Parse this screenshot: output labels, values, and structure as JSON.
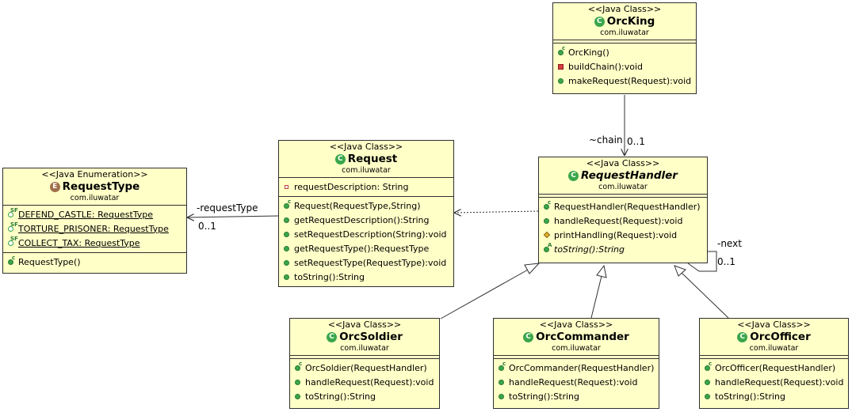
{
  "stereotypes": {
    "java_class": "<<Java Class>>",
    "java_enum": "<<Java Enumeration>>"
  },
  "package": "com.iluwatar",
  "colors": {
    "box_fill": "#ffffc8",
    "box_border": "#303030",
    "class_icon": "#3aa64a",
    "enum_icon": "#a0704a"
  },
  "icons": {
    "class": "C",
    "enum": "E"
  },
  "classes": {
    "orcking": {
      "name": "OrcKing",
      "methods": [
        {
          "text": "OrcKing()",
          "marker": "constructor"
        },
        {
          "text": "buildChain():void",
          "marker": "private"
        },
        {
          "text": "makeRequest(Request):void",
          "marker": "public"
        }
      ]
    },
    "request": {
      "name": "Request",
      "attributes": [
        {
          "text": "requestDescription: String",
          "marker": "private-field"
        }
      ],
      "methods": [
        {
          "text": "Request(RequestType,String)",
          "marker": "constructor"
        },
        {
          "text": "getRequestDescription():String",
          "marker": "public"
        },
        {
          "text": "setRequestDescription(String):void",
          "marker": "public"
        },
        {
          "text": "getRequestType():RequestType",
          "marker": "public"
        },
        {
          "text": "setRequestType(RequestType):void",
          "marker": "public"
        },
        {
          "text": "toString():String",
          "marker": "public"
        }
      ]
    },
    "requesttype": {
      "name": "RequestType",
      "attributes": [
        {
          "text": "DEFEND_CASTLE: RequestType",
          "marker": "static-final"
        },
        {
          "text": "TORTURE_PRISONER: RequestType",
          "marker": "static-final"
        },
        {
          "text": "COLLECT_TAX: RequestType",
          "marker": "static-final"
        }
      ],
      "methods": [
        {
          "text": "RequestType()",
          "marker": "constructor"
        }
      ]
    },
    "requesthandler": {
      "name": "RequestHandler",
      "methods": [
        {
          "text": "RequestHandler(RequestHandler)",
          "marker": "constructor"
        },
        {
          "text": "handleRequest(Request):void",
          "marker": "public"
        },
        {
          "text": "printHandling(Request):void",
          "marker": "protected"
        },
        {
          "text": "toString():String",
          "marker": "abstract"
        }
      ]
    },
    "orcsoldier": {
      "name": "OrcSoldier",
      "methods": [
        {
          "text": "OrcSoldier(RequestHandler)",
          "marker": "constructor"
        },
        {
          "text": "handleRequest(Request):void",
          "marker": "public"
        },
        {
          "text": "toString():String",
          "marker": "public"
        }
      ]
    },
    "orccommander": {
      "name": "OrcCommander",
      "methods": [
        {
          "text": "OrcCommander(RequestHandler)",
          "marker": "constructor"
        },
        {
          "text": "handleRequest(Request):void",
          "marker": "public"
        },
        {
          "text": "toString():String",
          "marker": "public"
        }
      ]
    },
    "orcofficer": {
      "name": "OrcOfficer",
      "methods": [
        {
          "text": "OrcOfficer(RequestHandler)",
          "marker": "constructor"
        },
        {
          "text": "handleRequest(Request):void",
          "marker": "public"
        },
        {
          "text": "toString():String",
          "marker": "public"
        }
      ]
    }
  },
  "labels": {
    "chain_role": "~chain",
    "chain_mult": "0..1",
    "requesttype_role": "-requestType",
    "requesttype_mult": "0..1",
    "next_role": "-next",
    "next_mult": "0..1"
  }
}
